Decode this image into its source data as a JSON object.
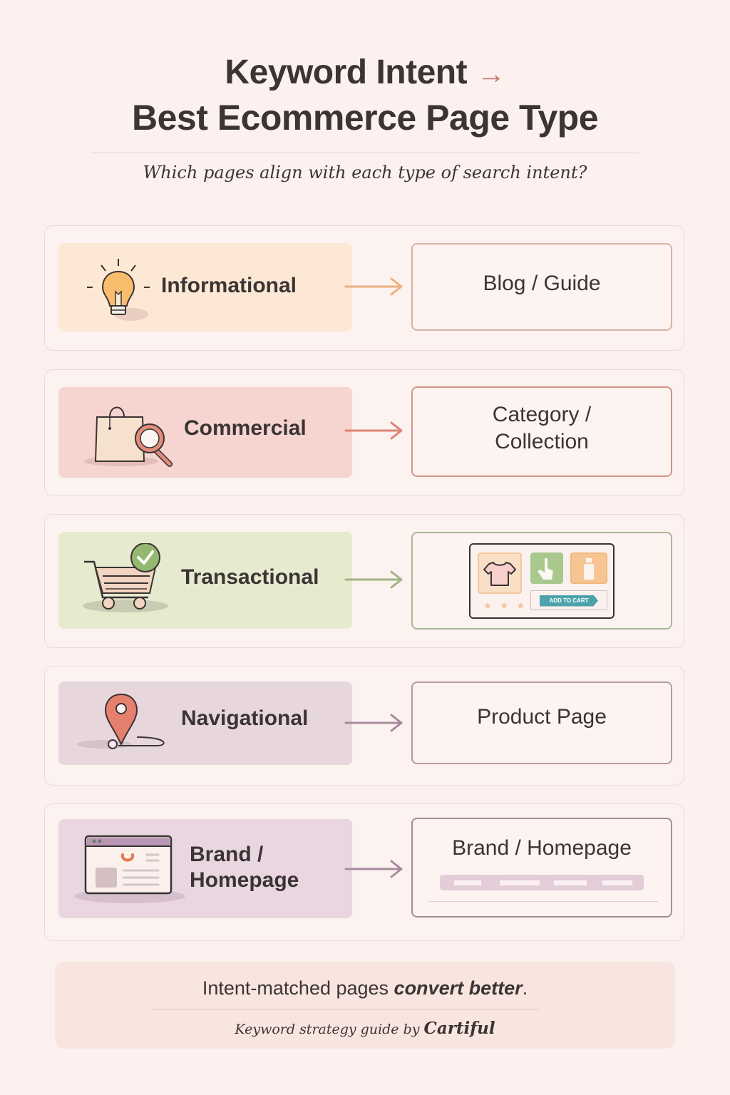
{
  "header": {
    "title_line1": "Keyword Intent",
    "title_arrow": "→",
    "title_line2": "Best Ecommerce Page Type",
    "subtitle": "Which pages align with each type of search intent?"
  },
  "rows": [
    {
      "intent": "Informational",
      "icon": "lightbulb-icon",
      "target": "Blog / Guide",
      "colors": {
        "intent_bg": "#fde8d6",
        "arrow": "#eeb07e",
        "target_border": "#d6b3a2"
      }
    },
    {
      "intent": "Commercial",
      "icon": "shopping-bag-magnifier-icon",
      "target_line1": "Category /",
      "target_line2": "Collection",
      "colors": {
        "intent_bg": "#f6d4cf",
        "arrow": "#dd8474",
        "target_border": "#d49489"
      }
    },
    {
      "intent": "Transactional",
      "icon": "shopping-cart-check-icon",
      "target_illustration": {
        "button_label": "ADD TO CART",
        "stars": "★ ★ ★"
      },
      "colors": {
        "intent_bg": "#e6eacf",
        "arrow": "#9fb584",
        "target_border": "#a8b896"
      }
    },
    {
      "intent": "Navigational",
      "icon": "map-pin-icon",
      "target": "Product Page",
      "colors": {
        "intent_bg": "#e7d7dc",
        "arrow": "#a88a9c",
        "target_border": "#b898a6"
      }
    },
    {
      "intent_line1": "Brand /",
      "intent_line2": "Homepage",
      "icon": "browser-window-icon",
      "target": "Brand / Homepage",
      "colors": {
        "intent_bg": "#e9d6e0",
        "arrow": "#a88a9e",
        "target_border": "#a38c9c"
      }
    }
  ],
  "footer": {
    "tagline_plain": "Intent-matched pages ",
    "tagline_bold": "convert better",
    "tagline_end": ".",
    "credit_plain": "Keyword strategy guide by ",
    "credit_brand": "Cartiful"
  }
}
